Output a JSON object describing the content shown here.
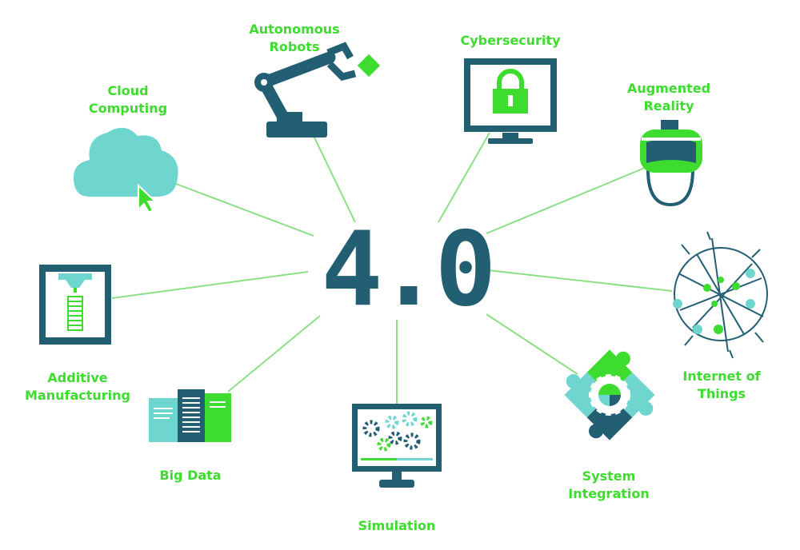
{
  "diagram": {
    "center": "4.0",
    "nodes": {
      "autonomous_robots": "Autonomous\nRobots",
      "cybersecurity": "Cybersecurity",
      "augmented_reality": "Augmented\nReality",
      "cloud_computing": "Cloud\nComputing",
      "internet_of_things": "Internet of\nThings",
      "additive_manufacturing": "Additive\nManufacturing",
      "big_data": "Big Data",
      "simulation": "Simulation",
      "system_integration": "System\nIntegration"
    }
  },
  "colors": {
    "navy": "#235f73",
    "green": "#3ddc2e",
    "teal": "#6fd6cf",
    "connector": "#8be084"
  },
  "icons": [
    "robot-arm-icon",
    "monitor-lock-icon",
    "vr-headset-icon",
    "cloud-cursor-icon",
    "globe-network-icon",
    "3d-printer-icon",
    "server-racks-icon",
    "simulation-screen-icon",
    "puzzle-gear-icon"
  ]
}
